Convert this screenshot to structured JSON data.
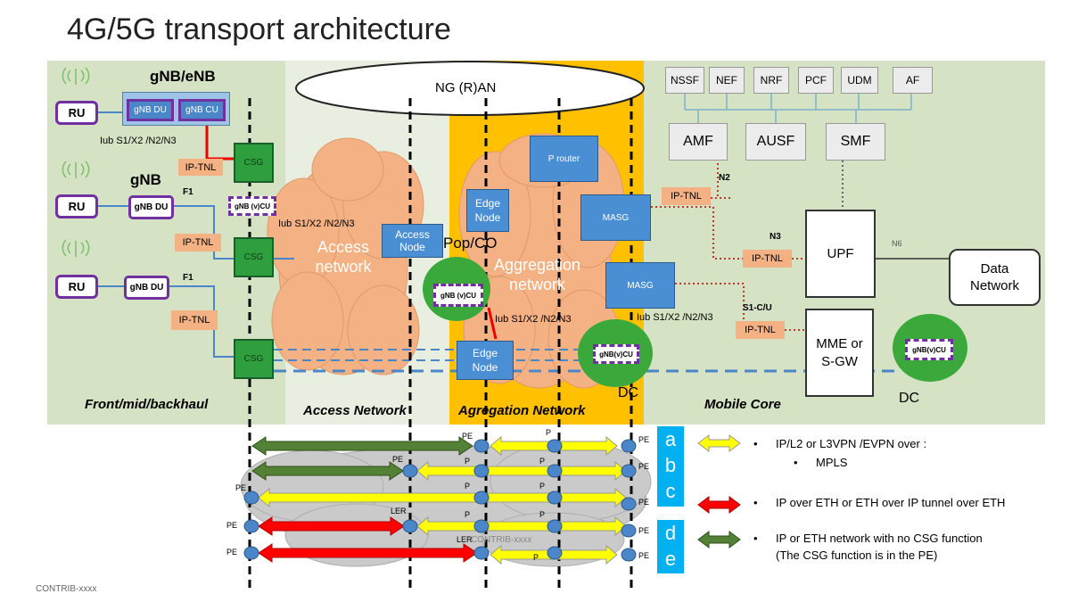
{
  "title": "4G/5G transport architecture",
  "zones": {
    "front_label": "Front/mid/backhaul",
    "access_label": "Access Network",
    "agg_label": "Agregation Network",
    "core_label": "Mobile Core"
  },
  "ngran": "NG (R)AN",
  "gnb_enb_label": "gNB/eNB",
  "gnb_label": "gNB",
  "ru": "RU",
  "gnb_du": "gNB DU",
  "gnb_cu": "gNB CU",
  "iptnl": "IP-TNL",
  "csg": "CSG",
  "f1": "F1",
  "gnb_vcu": "gNB (v)CU",
  "gnb_vcu2": "gNB(v)CU",
  "iub_label": "Iub S1/X2 /N2/N3",
  "access_cloud": "Access\nnetwork",
  "access_node": "Access\nNode",
  "pop_co": "Pop/CO",
  "agg_cloud": "Aggregation\nnetwork",
  "edge_node": "Edge\nNode",
  "p_router": "P router",
  "masg": "MASG",
  "dc": "DC",
  "core": {
    "nfs": [
      "NSSF",
      "NEF",
      "NRF",
      "PCF",
      "UDM",
      "AF"
    ],
    "amf": "AMF",
    "ausf": "AUSF",
    "smf": "SMF",
    "upf": "UPF",
    "mme": "MME or\nS-GW",
    "data_network": "Data\nNetwork",
    "n2": "N2",
    "n3": "N3",
    "n6": "N6",
    "s1cu": "S1-C/U"
  },
  "tunnel": {
    "pe": "PE",
    "p": "P",
    "ler": "LER",
    "contrib_overlay": "CONTRIB-xxxx"
  },
  "letters": [
    "a",
    "b",
    "c",
    "d",
    "e"
  ],
  "legend": {
    "yellow_1": "IP/L2 or L3VPN /EVPN over :",
    "yellow_2": "MPLS",
    "red": "IP over ETH or ETH over IP tunnel over ETH",
    "green_1": "IP or ETH network with no CSG function",
    "green_2": "(The CSG function is in the PE)"
  },
  "colors": {
    "front": "#d5e3c4",
    "access": "#e9efe0",
    "agg": "#ffc000",
    "core": "#d5e3c4",
    "cloud": "#f4b183",
    "yellow_arrow": "#ffff00",
    "red_arrow": "#ff0000",
    "green_arrow": "#538135"
  },
  "footer": "CONTRIB-xxxx"
}
